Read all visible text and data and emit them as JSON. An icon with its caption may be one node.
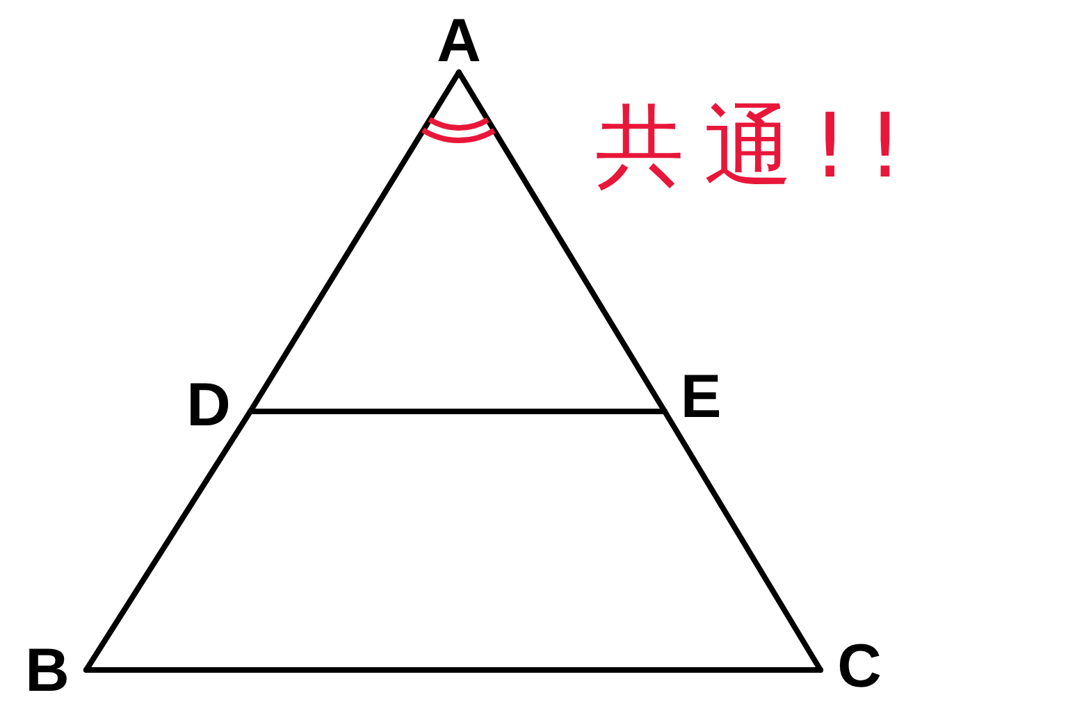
{
  "diagram": {
    "nodes": [
      {
        "text": [
          "A"
        ]
      },
      {
        "text": [
          "D"
        ]
      },
      {
        "text": [
          "E"
        ]
      },
      {
        "text": [
          "B"
        ]
      },
      {
        "text": [
          "C"
        ]
      }
    ],
    "edges": [
      {
        "from": 0,
        "to": 1,
        "arrow": "none"
      },
      {
        "from": 1,
        "to": 3,
        "arrow": "none"
      },
      {
        "from": 3,
        "to": 4,
        "arrow": "none"
      },
      {
        "from": 4,
        "to": 2,
        "arrow": "none"
      },
      {
        "from": 2,
        "to": 0,
        "arrow": "none"
      },
      {
        "from": 1,
        "to": 2,
        "arrow": "none"
      }
    ],
    "labels": [
      "共通!!"
    ]
  }
}
